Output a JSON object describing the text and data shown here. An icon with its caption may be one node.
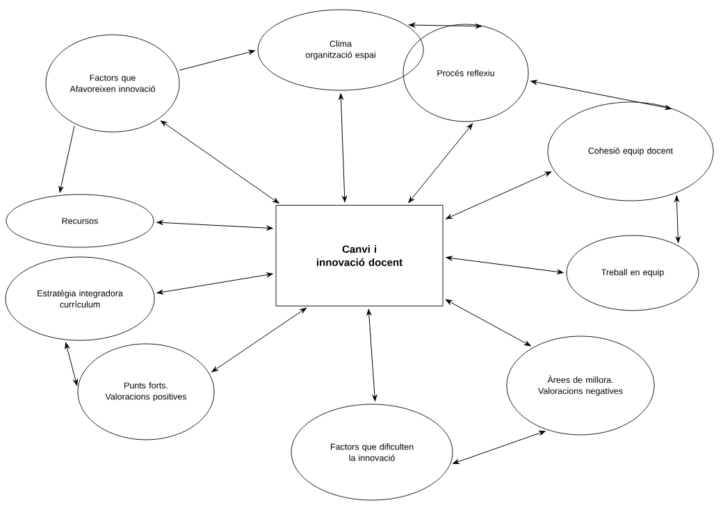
{
  "diagram": {
    "nodes": [
      {
        "text": [
          "Canvi i innovació docent"
        ]
      },
      {
        "text": [
          "Clima organització espai"
        ]
      },
      {
        "text": [
          "Procés reflexiu"
        ]
      },
      {
        "text": [
          "Factors que Afavoreixen innovació"
        ]
      },
      {
        "text": [
          "Cohesió equip docent"
        ]
      },
      {
        "text": [
          "Recursos"
        ]
      },
      {
        "text": [
          "Treball en equip"
        ]
      },
      {
        "text": [
          "Estratègia integradora currículum"
        ]
      },
      {
        "text": [
          "Àrees de millora. Valoracions negatives"
        ]
      },
      {
        "text": [
          "Punts forts. Valoracions positives"
        ]
      },
      {
        "text": [
          "Factors que dificulten la innovació"
        ]
      }
    ],
    "edges": [
      {
        "from": 3,
        "to": 1,
        "arrow": "to"
      },
      {
        "from": 3,
        "to": 5,
        "arrow": "to"
      },
      {
        "from": 3,
        "to": 0,
        "arrow": "both"
      },
      {
        "from": 1,
        "to": 2,
        "arrow": "both"
      },
      {
        "from": 1,
        "to": 0,
        "arrow": "both"
      },
      {
        "from": 2,
        "to": 0,
        "arrow": "both"
      },
      {
        "from": 2,
        "to": 4,
        "arrow": "both"
      },
      {
        "from": 4,
        "to": 0,
        "arrow": "both"
      },
      {
        "from": 4,
        "to": 6,
        "arrow": "both"
      },
      {
        "from": 5,
        "to": 0,
        "arrow": "both"
      },
      {
        "from": 0,
        "to": 6,
        "arrow": "both"
      },
      {
        "from": 7,
        "to": 0,
        "arrow": "both"
      },
      {
        "from": 9,
        "to": 0,
        "arrow": "both"
      },
      {
        "from": 7,
        "to": 9,
        "arrow": "both"
      },
      {
        "from": 0,
        "to": 10,
        "arrow": "both"
      },
      {
        "from": 0,
        "to": 8,
        "arrow": "both"
      },
      {
        "from": 10,
        "to": 8,
        "arrow": "both"
      }
    ]
  }
}
